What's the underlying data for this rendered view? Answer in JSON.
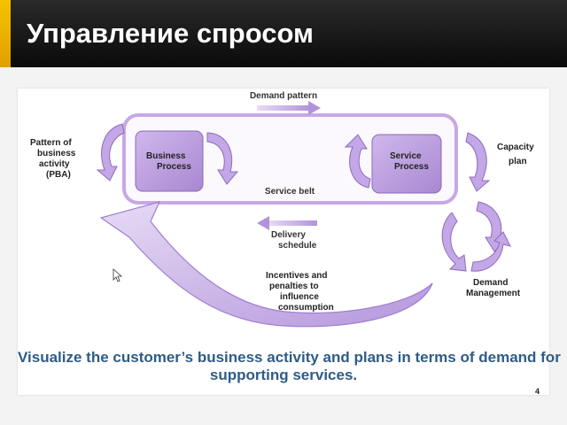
{
  "slide": {
    "title": "Управление спросом",
    "page_number": "4",
    "caption_line1": "Visualize the customer’s business activity and plans in terms of demand for",
    "caption_line2": "supporting services."
  },
  "diagram": {
    "demand_pattern": "Demand pattern",
    "pattern_of_business_activity": [
      "Pattern of",
      "business",
      "activity",
      "(PBA)"
    ],
    "business_process": [
      "Business",
      "Process"
    ],
    "service_process": [
      "Service",
      "Process"
    ],
    "service_belt": "Service belt",
    "capacity_plan": [
      "Capacity",
      "plan"
    ],
    "delivery_schedule": [
      "Delivery",
      "schedule"
    ],
    "incentives": [
      "Incentives and",
      "penalties to",
      "influence",
      "consumption"
    ],
    "demand_management": [
      "Demand",
      "Management"
    ]
  },
  "colors": {
    "accent_yellow": "#f5c200",
    "belt_stroke": "#c7a8e6",
    "box_fill": "#b79ad8",
    "arrow_purple": "#a883d4",
    "caption_blue": "#2f5c86"
  }
}
